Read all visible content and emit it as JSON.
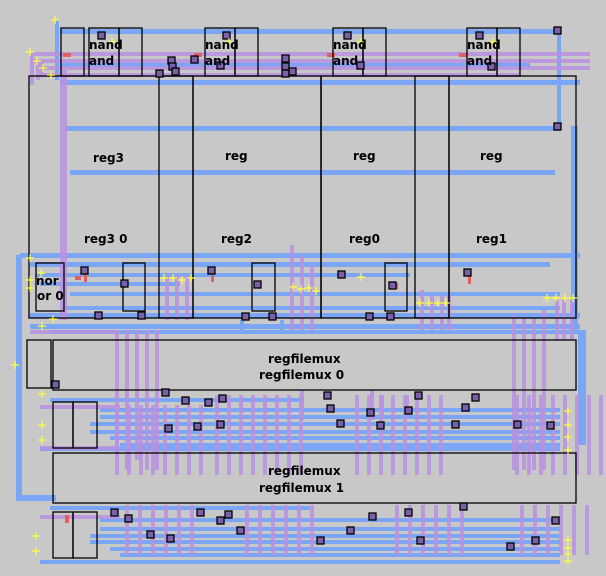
{
  "window": {
    "type": "vlsi-layout-editor",
    "background": "#c8c8c8"
  },
  "colors": {
    "metal1": "#7aa6f5",
    "metal2": "#b890e0",
    "poly": "#e06060",
    "contact": "#000000",
    "port_marker": "#ffff40",
    "cell_outline": "#000000"
  },
  "cells": {
    "nand_top": [
      {
        "name": "nand",
        "instance": "and"
      },
      {
        "name": "nand",
        "instance": "and"
      },
      {
        "name": "nand",
        "instance": "and"
      },
      {
        "name": "nand",
        "instance": "and"
      }
    ],
    "registers": {
      "row_names": [
        "reg3",
        "reg",
        "reg",
        "reg"
      ],
      "row_instances": [
        "reg3 0",
        "reg2",
        "reg0",
        "reg1"
      ]
    },
    "nor_cell": {
      "name": "nor",
      "instance": "or 0"
    },
    "muxes": [
      {
        "name": "regfilemux",
        "instance": "regfilemux 0"
      },
      {
        "name": "regfilemux",
        "instance": "regfilemux 1"
      }
    ]
  }
}
